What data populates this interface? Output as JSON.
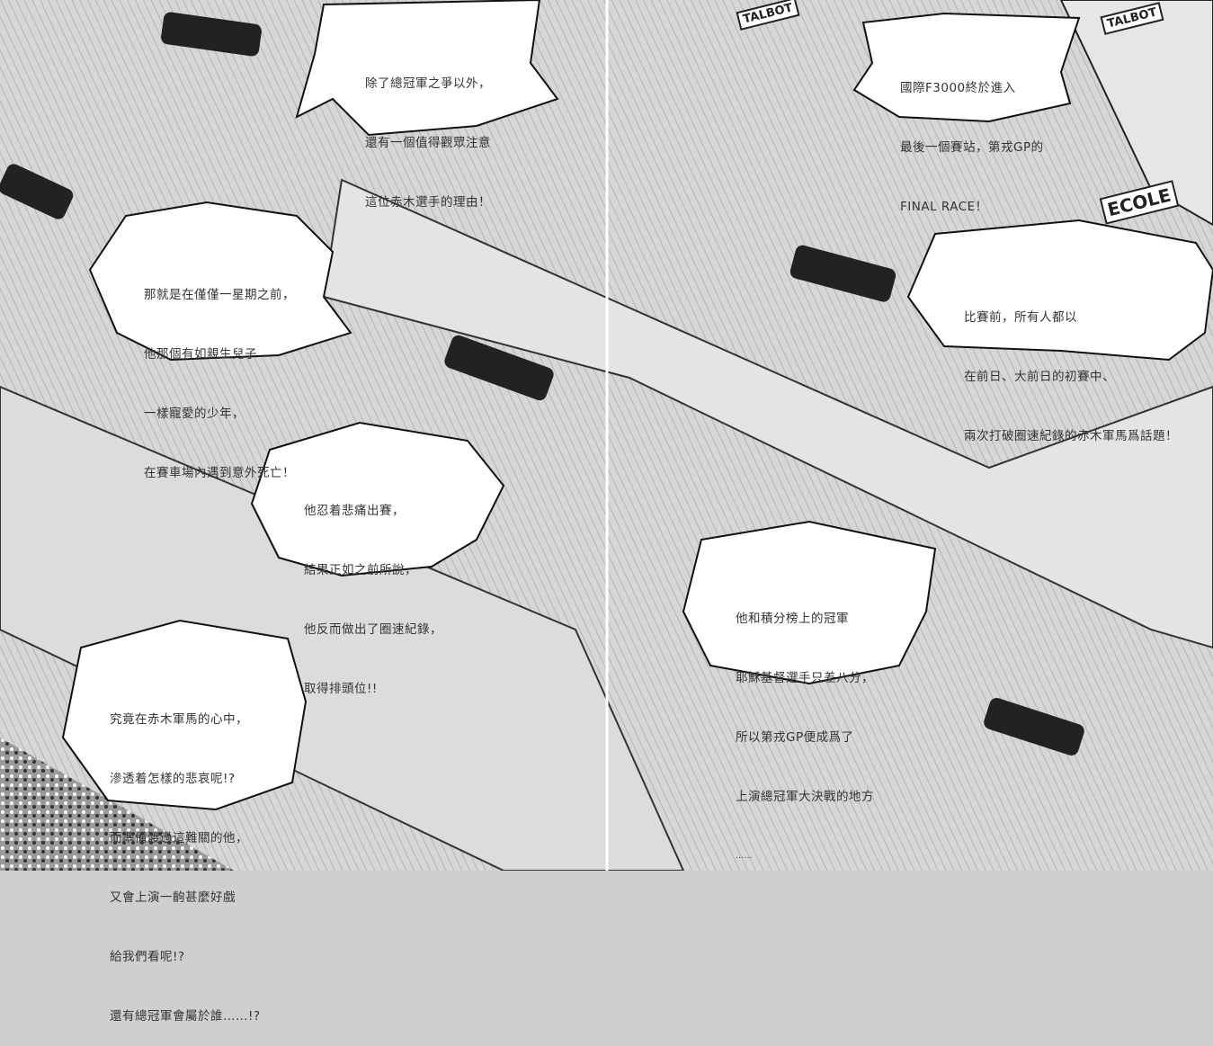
{
  "bubbles": [
    {
      "lines": [
        "除了總冠軍之爭以外，",
        "還有一個值得觀眾注意",
        "這位赤木選手的理由！"
      ]
    },
    {
      "lines": [
        "國際F3000終於進入",
        "最後一個賽站，第戎GP的",
        "FINAL RACE！"
      ]
    },
    {
      "lines": [
        "那就是在僅僅一星期之前，",
        "他那個有如親生兒子",
        "一樣寵愛的少年，",
        "在賽車場內遇到意外死亡！"
      ]
    },
    {
      "lines": [
        "比賽前，所有人都以",
        "在前日、大前日的初賽中、",
        "兩次打破圈速紀錄的赤木軍馬爲話題！"
      ]
    },
    {
      "lines": [
        "他忍着悲痛出賽，",
        "結果正如之前所說，",
        "他反而做出了圈速紀錄，",
        "取得排頭位!!"
      ]
    },
    {
      "lines": [
        "他和積分榜上的冠軍",
        "耶穌基督選手只差八分，",
        "所以第戎GP便成爲了",
        "上演總冠軍大決戰的地方",
        "……"
      ]
    },
    {
      "lines": [
        "究竟在赤木軍馬的心中，",
        "滲透着怎樣的悲哀呢!?",
        "而準備渡過這難關的他，",
        "又會上演一齣甚麼好戲",
        "給我們看呢!?",
        "還有總冠軍會屬於誰……!?"
      ]
    }
  ],
  "signs": [
    "TALBOT",
    "TALBOT",
    "ECOLE"
  ]
}
